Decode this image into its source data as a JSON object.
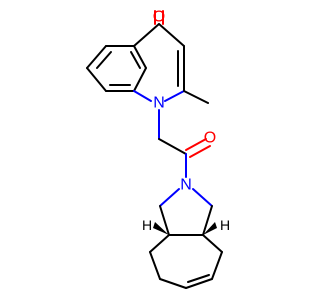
{
  "atoms": {
    "o1": "O",
    "n1": "N",
    "o2": "O",
    "n2": "N",
    "h1": "H",
    "h2": "H"
  },
  "colors": {
    "carbon": "#000000",
    "oxygen": "#ff0000",
    "nitrogen": "#0000ff"
  }
}
